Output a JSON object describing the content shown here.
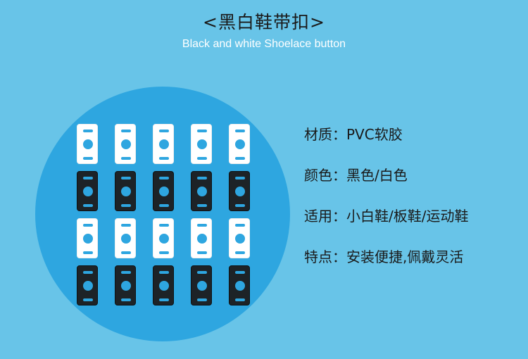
{
  "title": "<黑白鞋带扣>",
  "subtitle": "Black and white Shoelace button",
  "product_image": {
    "rows": [
      "white",
      "black",
      "white",
      "black"
    ],
    "columns": 5
  },
  "colors": {
    "background": "#68c4e8",
    "circle": "#2ea6e0",
    "white_button": "#ffffff",
    "black_button": "#1d2327"
  },
  "specs": [
    {
      "label": "材质",
      "value": "PVC软胶"
    },
    {
      "label": "颜色",
      "value": "黑色/白色"
    },
    {
      "label": "适用",
      "value": "小白鞋/板鞋/运动鞋"
    },
    {
      "label": "特点",
      "value": "安装便捷,佩戴灵活"
    }
  ]
}
